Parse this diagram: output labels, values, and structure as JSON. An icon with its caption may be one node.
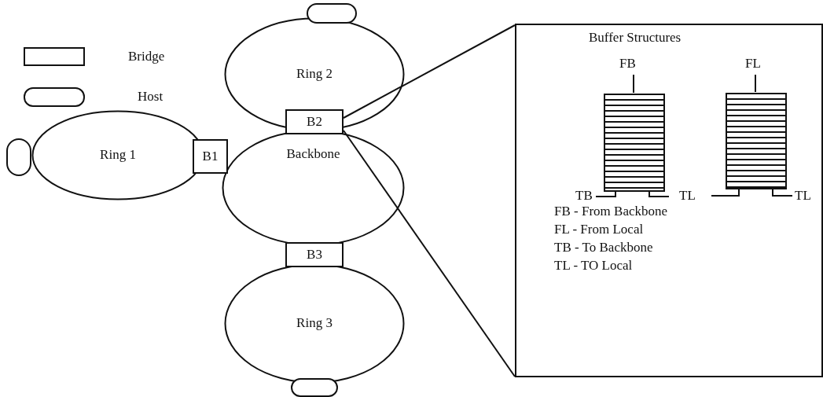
{
  "diagram": {
    "nodes": [
      {
        "text": [],
        "shape": "box"
      },
      {
        "text": [
          "Ring 2"
        ]
      },
      {
        "text": [
          "Buffer Structures"
        ]
      },
      {
        "text": [],
        "shape": "box",
        "in": 2
      },
      {
        "text": [],
        "shape": "box",
        "in": 2
      },
      {
        "text": [
          "B2"
        ]
      },
      {
        "text": [
          "Ring 1"
        ]
      },
      {
        "text": [],
        "shape": "box"
      },
      {
        "text": [
          "B1"
        ]
      },
      {
        "text": [
          "Backbone"
        ]
      },
      {
        "text": [
          "B3"
        ]
      },
      {
        "text": [
          "Ring 3"
        ]
      },
      {
        "text": [],
        "shape": "box"
      }
    ],
    "edges": [
      {
        "from": 5,
        "to": 2,
        "arrow": "none"
      },
      {
        "from": 5,
        "to": 2,
        "arrow": "none"
      }
    ],
    "labels": [
      "FB",
      "FL",
      "TB",
      "TL",
      "TL",
      "FB - From Backbone",
      "FL - From Local",
      "TB - To Backbone",
      "TL - TO Local"
    ],
    "legend": [
      {
        "text": "Bridge"
      },
      {
        "text": "Host"
      }
    ]
  }
}
